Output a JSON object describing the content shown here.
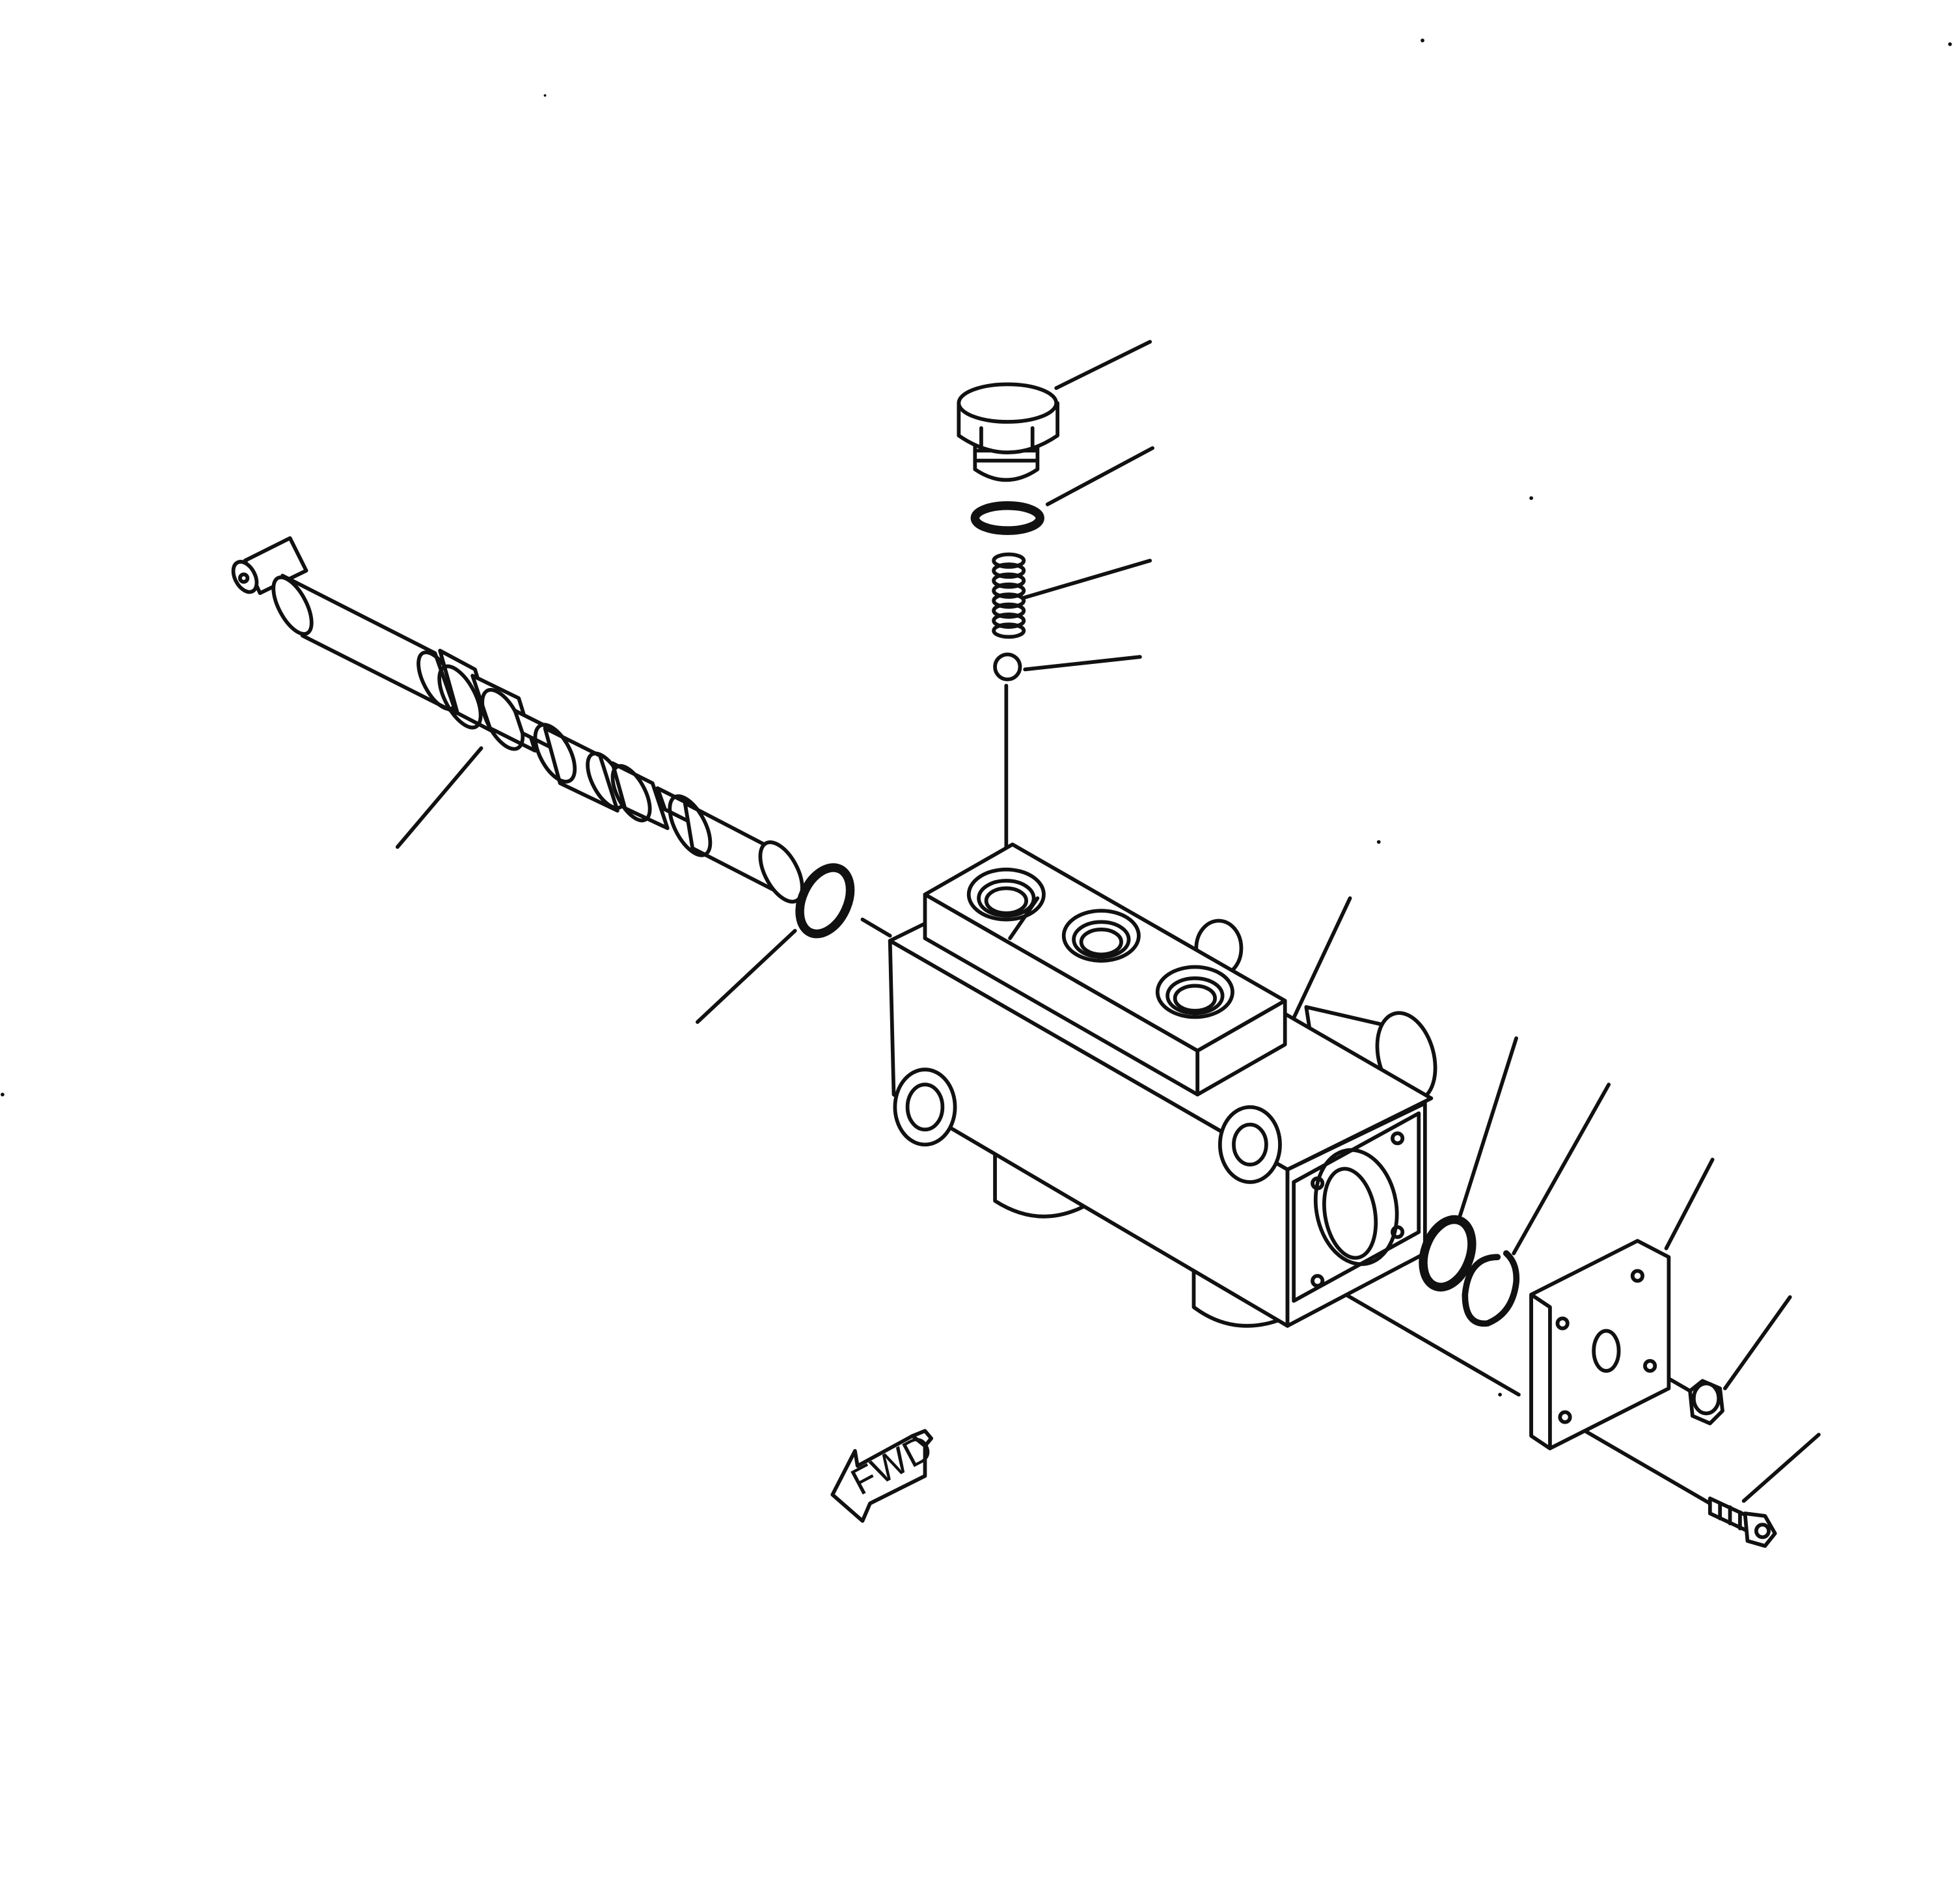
{
  "diagram": {
    "fwd_label": "FWD",
    "colors": {
      "ink": "#111111",
      "paper": "#ffffff"
    },
    "parts": [
      {
        "id": "plug",
        "icon": "hex-plug-icon"
      },
      {
        "id": "o-ring-plug",
        "icon": "o-ring-icon"
      },
      {
        "id": "spring",
        "icon": "coil-spring-icon"
      },
      {
        "id": "ball",
        "icon": "ball-icon"
      },
      {
        "id": "spool",
        "icon": "spool-icon"
      },
      {
        "id": "o-ring-spool",
        "icon": "o-ring-icon"
      },
      {
        "id": "valve-body",
        "icon": "valve-body-icon"
      },
      {
        "id": "o-ring-cover",
        "icon": "o-ring-icon"
      },
      {
        "id": "snap-ring",
        "icon": "snap-ring-icon"
      },
      {
        "id": "cover-plate",
        "icon": "cover-plate-icon"
      },
      {
        "id": "nut",
        "icon": "hex-nut-icon"
      },
      {
        "id": "bolt",
        "icon": "bolt-icon"
      }
    ]
  }
}
